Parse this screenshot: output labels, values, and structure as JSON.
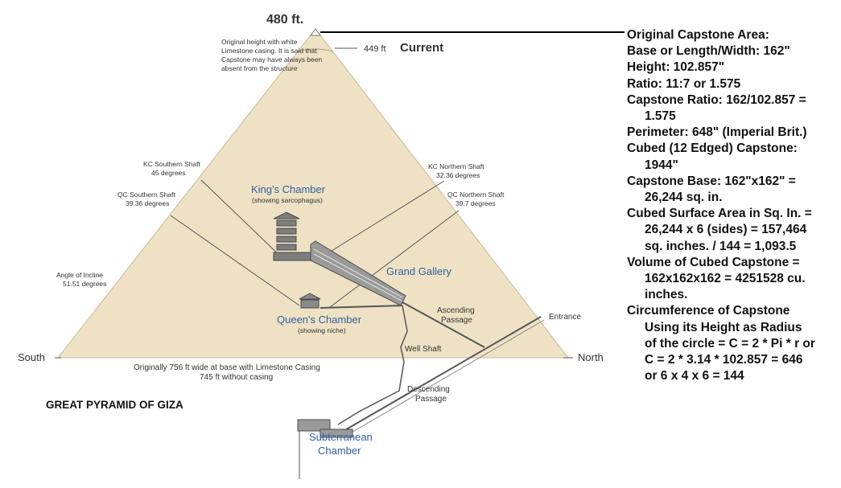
{
  "title": "GREAT PYRAMID OF GIZA",
  "colors": {
    "pyramid_fill": "#efe2c4",
    "label_blue": "#2f5f9e",
    "line": "#555555"
  },
  "heights": {
    "original": "480 ft.",
    "original_note": [
      "Original height with white",
      "Limestone casing. It is said that",
      "Capstone may have always been",
      "absent from the structure"
    ],
    "current_value": "449 ft",
    "current_label": "Current"
  },
  "shafts": {
    "kc_southern": [
      "KC Southern Shaft",
      "45 degrees"
    ],
    "kc_northern": [
      "KC Northern Shaft",
      "32.36 degrees"
    ],
    "qc_southern": [
      "QC Southern Shaft",
      "39.36 degrees"
    ],
    "qc_northern": [
      "QC Northern Shaft",
      "39.7 degrees"
    ]
  },
  "incline": [
    "Angle of Incline",
    "51.51 degrees"
  ],
  "chambers": {
    "kings": "King's Chamber",
    "kings_sub": "(showing sarcophagus)",
    "queens": "Queen's Chamber",
    "queens_sub": "(showing niche)",
    "subterranean": [
      "Subterranean",
      "Chamber"
    ]
  },
  "passages": {
    "grand_gallery": "Grand Gallery",
    "ascending": [
      "Ascending",
      "Passage"
    ],
    "well_shaft": "Well Shaft",
    "entrance": "Entrance",
    "descending": [
      "Descending",
      "Passage"
    ]
  },
  "directions": {
    "south": "South",
    "north": "North"
  },
  "base_note": [
    "Originally 756 ft wide at base with Limestone Casing",
    "745 ft without casing"
  ],
  "capstone_info": [
    {
      "text": "Original Capstone Area:",
      "indent": false
    },
    {
      "text": "Base or Length/Width:  162\"",
      "indent": false
    },
    {
      "text": "Height:  102.857\"",
      "indent": false
    },
    {
      "text": "Ratio:  11:7 or 1.575",
      "indent": false
    },
    {
      "text": "Capstone Ratio:  162/102.857 =",
      "indent": false
    },
    {
      "text": "1.575",
      "indent": true
    },
    {
      "text": "Perimeter:  648\" (Imperial Brit.)",
      "indent": false
    },
    {
      "text": "Cubed (12 Edged) Capstone:",
      "indent": false
    },
    {
      "text": "1944\"",
      "indent": true
    },
    {
      "text": "Capstone Base:  162\"x162\" =",
      "indent": false
    },
    {
      "text": "26,244 sq. in.",
      "indent": true
    },
    {
      "text": "Cubed Surface Area in Sq. In. =",
      "indent": false
    },
    {
      "text": "26,244 x 6 (sides) = 157,464",
      "indent": true
    },
    {
      "text": "sq. inches. / 144 = 1,093.5",
      "indent": true
    },
    {
      "text": "Volume of Cubed Capstone =",
      "indent": false
    },
    {
      "text": "162x162x162 = 4251528 cu.",
      "indent": true
    },
    {
      "text": "inches.",
      "indent": true
    },
    {
      "text": "Circumference of Capstone",
      "indent": false
    },
    {
      "text": "Using its Height as Radius",
      "indent": true
    },
    {
      "text": "of the circle = C = 2 * Pi * r or",
      "indent": true
    },
    {
      "text": "C = 2 * 3.14 * 102.857 = 646",
      "indent": true
    },
    {
      "text": "or 6 x 4 x 6 = 144",
      "indent": true
    }
  ]
}
